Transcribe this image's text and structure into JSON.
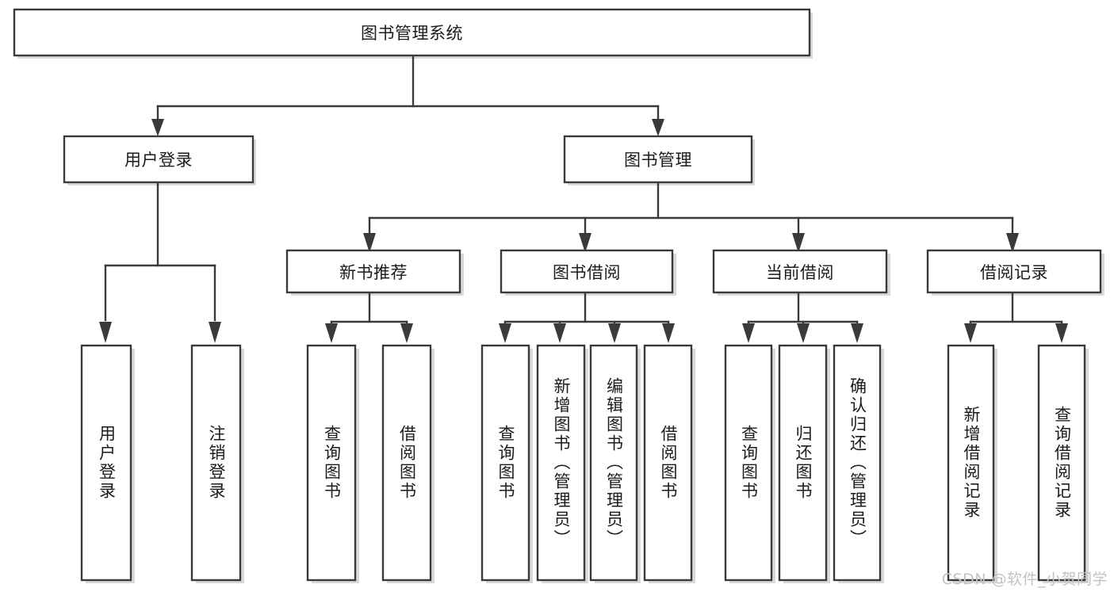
{
  "diagram": {
    "title": "图书管理系统",
    "watermark": "CSDN @软件_小贺同学",
    "colors": {
      "stroke": "#3a3a3a",
      "fill": "#ffffff",
      "text": "#1b1b1b",
      "watermark": "#c3c3c3",
      "background": "#ffffff"
    },
    "type": "tree",
    "nodes": {
      "root": {
        "label": "图书管理系统",
        "level": 1,
        "orientation": "horizontal"
      },
      "l2": [
        {
          "id": "user-login",
          "label": "用户登录",
          "orientation": "horizontal"
        },
        {
          "id": "book-manage",
          "label": "图书管理",
          "orientation": "horizontal"
        }
      ],
      "l3": [
        {
          "id": "new-book-recommend",
          "label": "新书推荐",
          "orientation": "horizontal"
        },
        {
          "id": "book-borrow",
          "label": "图书借阅",
          "orientation": "horizontal"
        },
        {
          "id": "current-borrow",
          "label": "当前借阅",
          "orientation": "horizontal"
        },
        {
          "id": "borrow-record",
          "label": "借阅记录",
          "orientation": "horizontal"
        }
      ],
      "leaves": [
        {
          "id": "leaf-user-login",
          "label": "用户登录",
          "parent": "user-login",
          "orientation": "vertical"
        },
        {
          "id": "leaf-logout-login",
          "label": "注销登录",
          "parent": "user-login",
          "orientation": "vertical"
        },
        {
          "id": "leaf-query-book-1",
          "label": "查询图书",
          "parent": "new-book-recommend",
          "orientation": "vertical"
        },
        {
          "id": "leaf-borrow-book-1",
          "label": "借阅图书",
          "parent": "new-book-recommend",
          "orientation": "vertical"
        },
        {
          "id": "leaf-query-book-2",
          "label": "查询图书",
          "parent": "book-borrow",
          "orientation": "vertical"
        },
        {
          "id": "leaf-add-book-admin",
          "label": "新增图书（管理员）",
          "parent": "book-borrow",
          "orientation": "vertical"
        },
        {
          "id": "leaf-edit-book-admin",
          "label": "编辑图书（管理员）",
          "parent": "book-borrow",
          "orientation": "vertical"
        },
        {
          "id": "leaf-borrow-book-2",
          "label": "借阅图书",
          "parent": "book-borrow",
          "orientation": "vertical"
        },
        {
          "id": "leaf-query-book-3",
          "label": "查询图书",
          "parent": "current-borrow",
          "orientation": "vertical"
        },
        {
          "id": "leaf-return-book",
          "label": "归还图书",
          "parent": "current-borrow",
          "orientation": "vertical"
        },
        {
          "id": "leaf-confirm-return-admin",
          "label": "确认归还（管理员）",
          "parent": "current-borrow",
          "orientation": "vertical"
        },
        {
          "id": "leaf-add-borrow-record",
          "label": "新增借阅记录",
          "parent": "borrow-record",
          "orientation": "vertical"
        },
        {
          "id": "leaf-query-borrow-record",
          "label": "查询借阅记录",
          "parent": "borrow-record",
          "orientation": "vertical"
        }
      ]
    }
  }
}
